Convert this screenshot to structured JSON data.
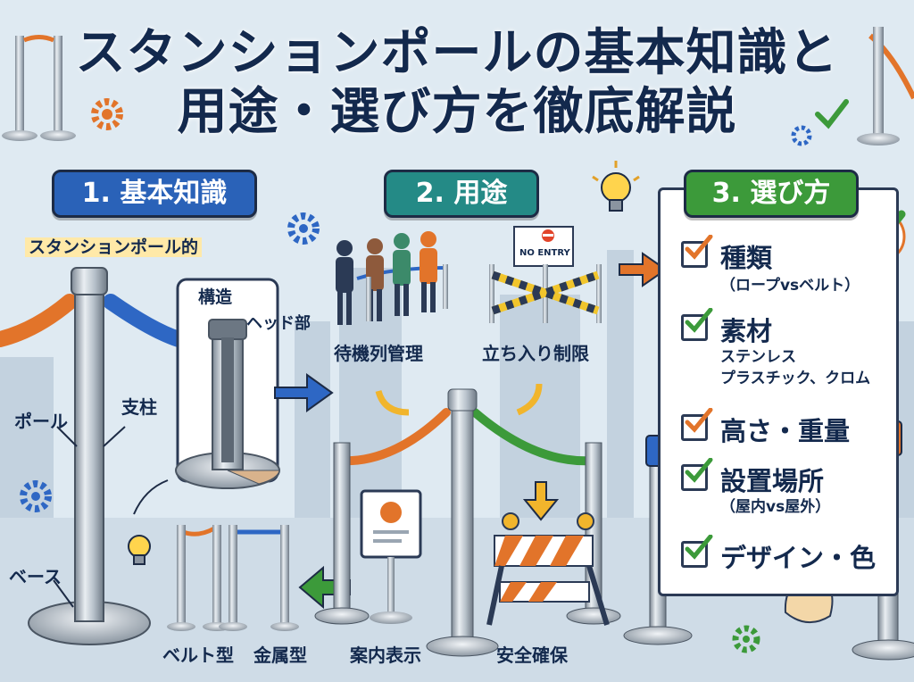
{
  "title": {
    "line1": "スタンションポールの基本知識と",
    "line2": "用途・選び方を徹底解説"
  },
  "sections": {
    "basics": {
      "label": "1. 基本知識",
      "color": "#2a62b8"
    },
    "uses": {
      "label": "2. 用途",
      "color": "#248a86"
    },
    "choose": {
      "label": "3. 選び方",
      "color": "#3c9a3a"
    }
  },
  "basics": {
    "heading": "スタンションポール的",
    "pole": "ポール",
    "shaft": "支柱",
    "base": "ベース",
    "structure": "構造",
    "head": "ヘッド部",
    "belt_type": "ベルト型",
    "metal_type": "金属型"
  },
  "uses": {
    "queue": "待機列管理",
    "restrict": "立ち入り制限",
    "no_entry": "NO ENTRY",
    "guide": "案内表示",
    "safety": "安全確保"
  },
  "choose": {
    "items": [
      {
        "label": "種類",
        "sub": [
          "（ロープvsベルト）"
        ],
        "check_color": "#e2742a"
      },
      {
        "label": "素材",
        "sub": [
          "ステンレス",
          "プラスチック、クロム"
        ],
        "check_color": "#3c9a3a"
      },
      {
        "label": "高さ・重量",
        "sub": [],
        "check_color": "#e2742a"
      },
      {
        "label": "設置場所",
        "sub": [
          "（屋内vs屋外）"
        ],
        "check_color": "#3c9a3a"
      },
      {
        "label": "デザイン・色",
        "sub": [],
        "check_color": "#3c9a3a"
      }
    ]
  },
  "colors": {
    "background": "#dfeaf2",
    "rope_orange": "#e2742a",
    "rope_blue": "#2e67c4",
    "rope_green": "#3c9a3a",
    "pole_steel": "#a9b4be"
  }
}
